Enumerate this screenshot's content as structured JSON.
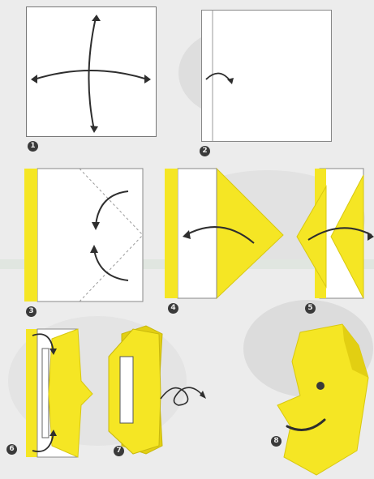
{
  "diagram": {
    "colors": {
      "paper": "#ffffff",
      "yellow": "#f5e624",
      "yellow_dark": "#e2cf12",
      "line": "#5a5a5a",
      "arrow": "#2e2e2e",
      "badge": "#3a3a3a",
      "background": "#ececec"
    },
    "steps": [
      {
        "number": "1",
        "icon": "cross-fold-arrows"
      },
      {
        "number": "2",
        "icon": "flip-over-arrow"
      },
      {
        "number": "3",
        "icon": "fold-to-center-arrows"
      },
      {
        "number": "4",
        "icon": "fold-left-arrow"
      },
      {
        "number": "5",
        "icon": "fold-over-arrow"
      },
      {
        "number": "6",
        "icon": "fold-corners-arrows"
      },
      {
        "number": "7",
        "icon": "turn-over-loop-arrow"
      },
      {
        "number": "8",
        "icon": "moon-face-result"
      }
    ]
  }
}
